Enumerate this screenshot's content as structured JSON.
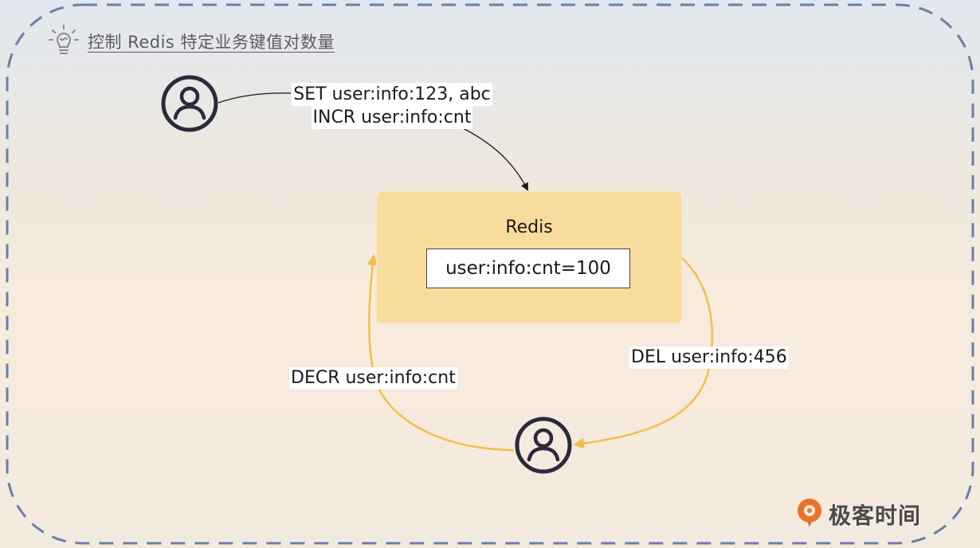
{
  "title": "控制 Redis 特定业务键值对数量",
  "top_commands": [
    "SET user:info:123, abc",
    "INCR user:info:cnt"
  ],
  "redis": {
    "title": "Redis",
    "key_value": "user:info:cnt=100"
  },
  "del_command": "DEL user:info:456",
  "decr_command": "DECR user:info:cnt",
  "brand": "极客时间",
  "colors": {
    "frame_dash": "#6b7fa8",
    "redis_box": "#f8dc9d",
    "yellow_arrow": "#f1c04a",
    "icon": "#2a2a3a",
    "brand_orange": "#e8742a"
  },
  "icons": [
    "lightbulb-icon",
    "user-icon",
    "user-icon",
    "brand-logo-icon"
  ]
}
